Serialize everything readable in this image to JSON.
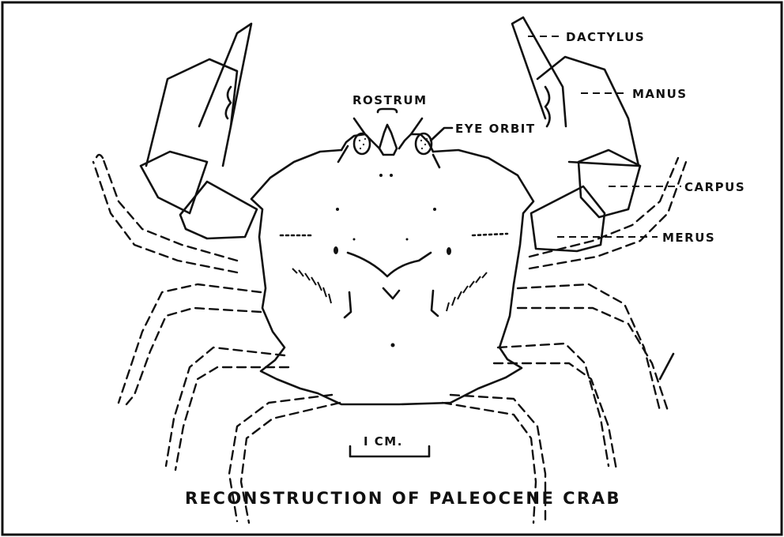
{
  "title": "RECONSTRUCTION OF PALEOCENE CRAB",
  "labels": {
    "dactylus": "DACTYLUS",
    "manus": "MANUS",
    "carpus": "CARPUS",
    "merus": "MERUS",
    "rostrum": "ROSTRUM",
    "eye_orbit": "EYE ORBIT"
  },
  "scale_bar": {
    "label": "I CM."
  }
}
